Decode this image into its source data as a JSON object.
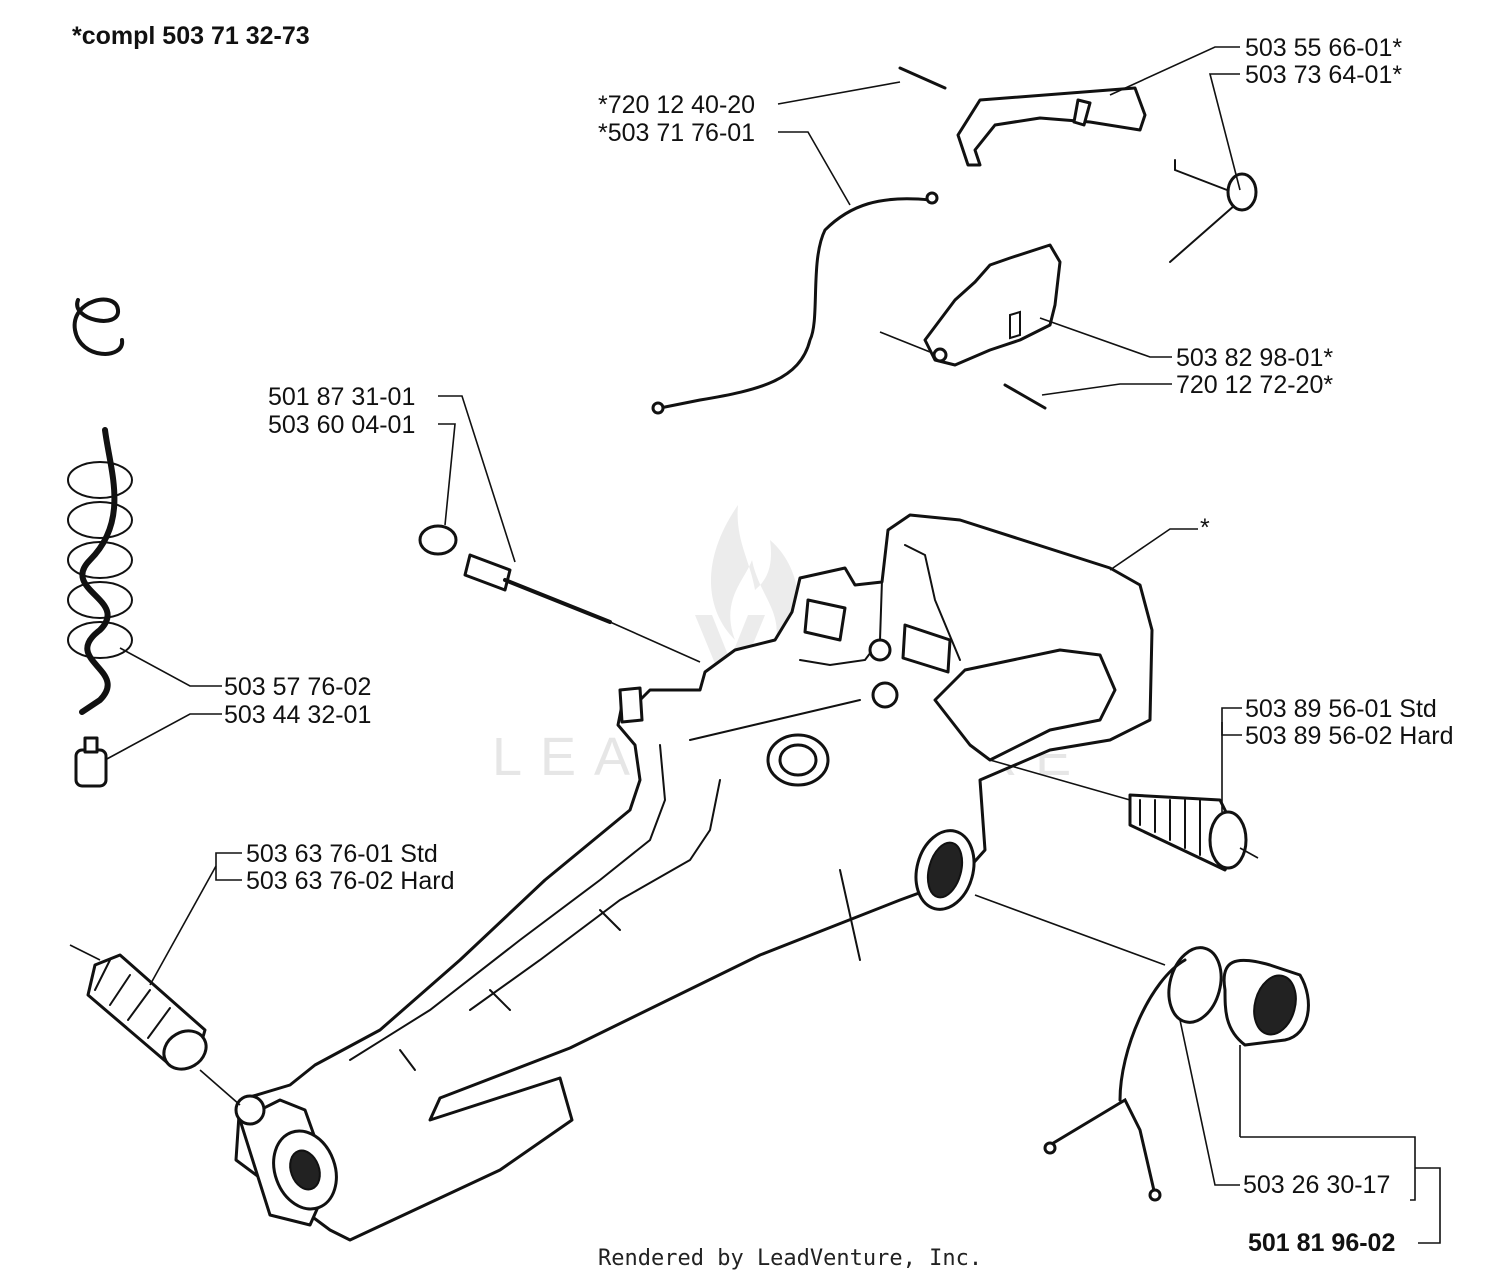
{
  "header": {
    "assembly": "*compl 503 71 32-73"
  },
  "labels": {
    "throttle_lever": "503 55 66-01*",
    "lever_spring": "503 73 64-01*",
    "roll_pin_top": "*720 12 40-20",
    "throttle_cable": "*503 71 76-01",
    "lockout": "503 82 98-01*",
    "roll_pin_mid": "720 12 72-20*",
    "pick_up_line": "501 87 31-01",
    "filter_plug": "503 60 04-01",
    "asterisk": "*",
    "fuel_hose": "503 57 76-02",
    "fuel_filter": "503 44 32-01",
    "av_right_std": "503 89 56-01 Std",
    "av_right_hard": "503 89 56-02 Hard",
    "av_left_std": "503 63 76-01 Std",
    "av_left_hard": "503 63 76-02 Hard",
    "oring": "503 26 30-17",
    "fuel_cap": "501 81 96-02"
  },
  "watermark": {
    "text": "LEADVENTURE"
  },
  "footer": {
    "text": "Rendered by LeadVenture, Inc."
  }
}
